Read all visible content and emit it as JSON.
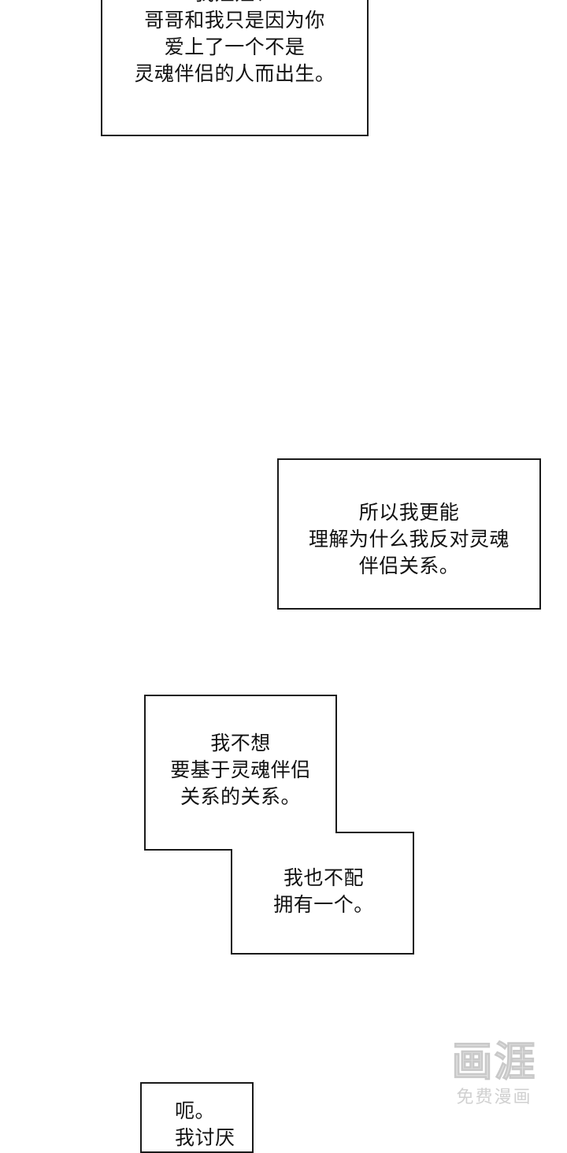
{
  "panels": [
    {
      "lines": [
        "我姐姐、",
        "哥哥和我只是因为你",
        "爱上了一个不是",
        "灵魂伴侣的人而出生。"
      ]
    },
    {
      "lines": [
        "所以我更能",
        "理解为什么我反对灵魂",
        "伴侣关系。"
      ]
    },
    {
      "lines": [
        "我不想",
        "要基于灵魂伴侣",
        "关系的关系。"
      ]
    },
    {
      "lines": [
        "我也不配",
        "拥有一个。"
      ]
    },
    {
      "lines": [
        "呃。",
        "我讨厌"
      ]
    }
  ],
  "watermark": {
    "logo": "画涯",
    "subtitle": "免费漫画"
  }
}
